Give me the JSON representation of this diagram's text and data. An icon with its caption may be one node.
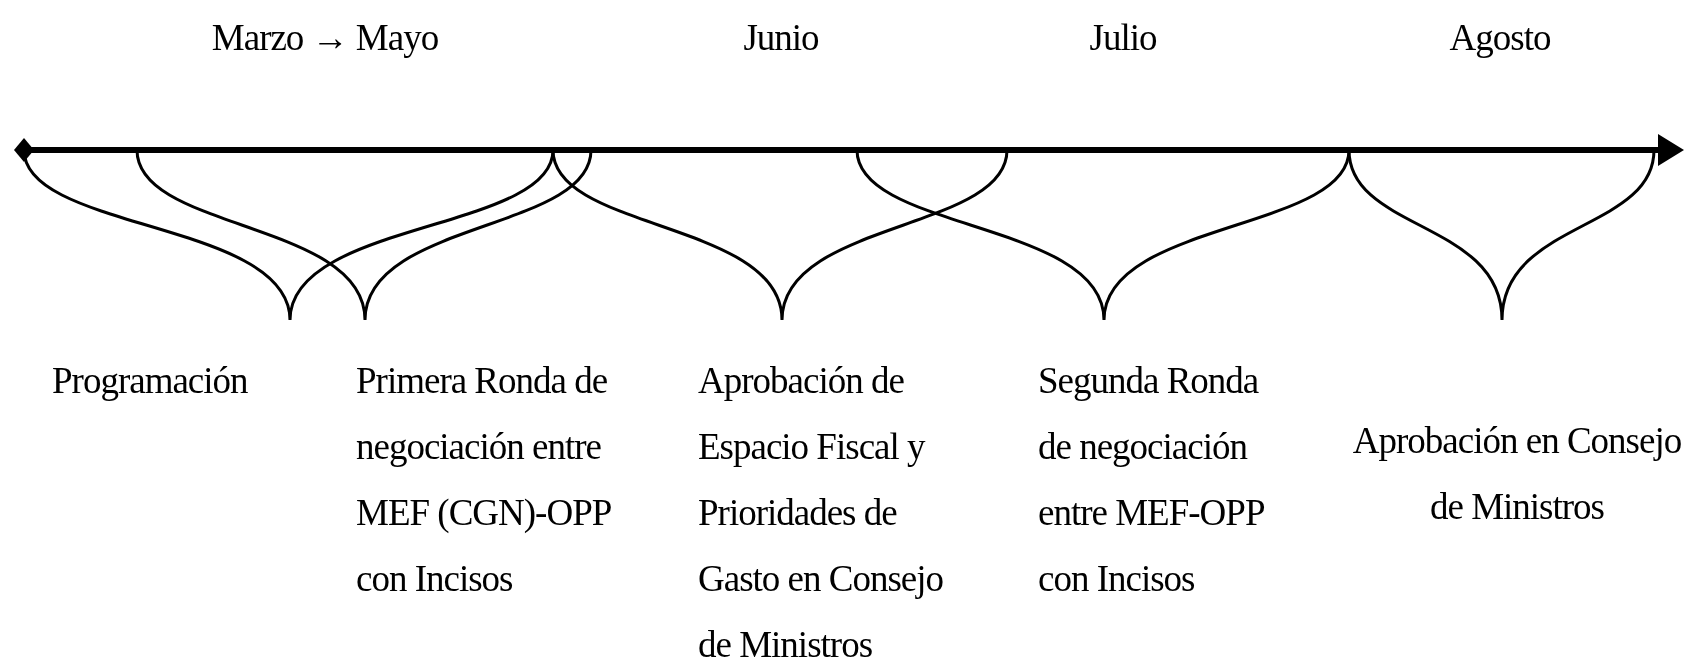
{
  "diagram": {
    "labels": [
      "Marzo → Mayo",
      "Junio",
      "Julio",
      "Agosto",
      "Programación",
      "Primera Ronda de negociación entre MEF (CGN)-OPP con Incisos",
      "Aprobación de Espacio Fiscal y Prioridades de Gasto en Consejo de Ministros",
      "Segunda Ronda de negociación entre MEF-OPP con Incisos",
      "Aprobación en Consejo de Ministros"
    ]
  }
}
